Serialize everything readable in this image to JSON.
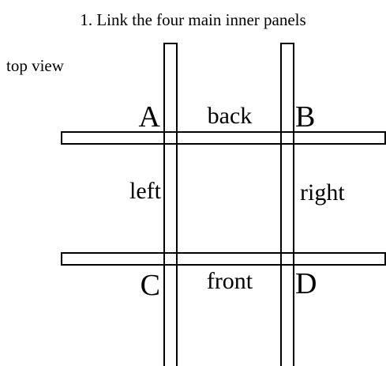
{
  "title": "1. Link the four main inner panels",
  "view_label": "top view",
  "corners": {
    "a": "A",
    "b": "B",
    "c": "C",
    "d": "D"
  },
  "panels": {
    "back": "back",
    "left": "left",
    "right": "right",
    "front": "front"
  },
  "colors": {
    "stroke": "#000000",
    "panel_fill": "#ffffff",
    "background": "#ffffff"
  }
}
